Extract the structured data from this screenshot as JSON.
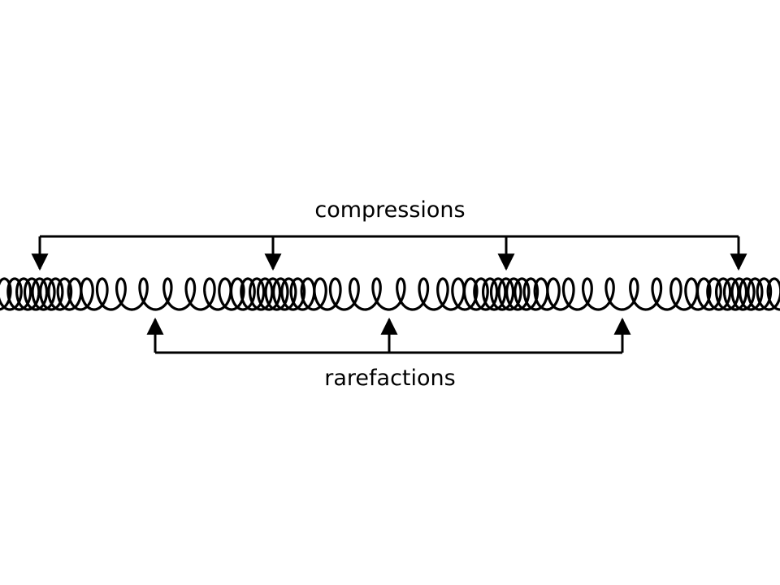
{
  "labels": {
    "top": "compressions",
    "bottom": "rarefactions"
  },
  "colors": {
    "stroke": "#000000",
    "background": "#ffffff"
  },
  "spring": {
    "compressions_count": 4,
    "rarefactions_count": 3
  }
}
